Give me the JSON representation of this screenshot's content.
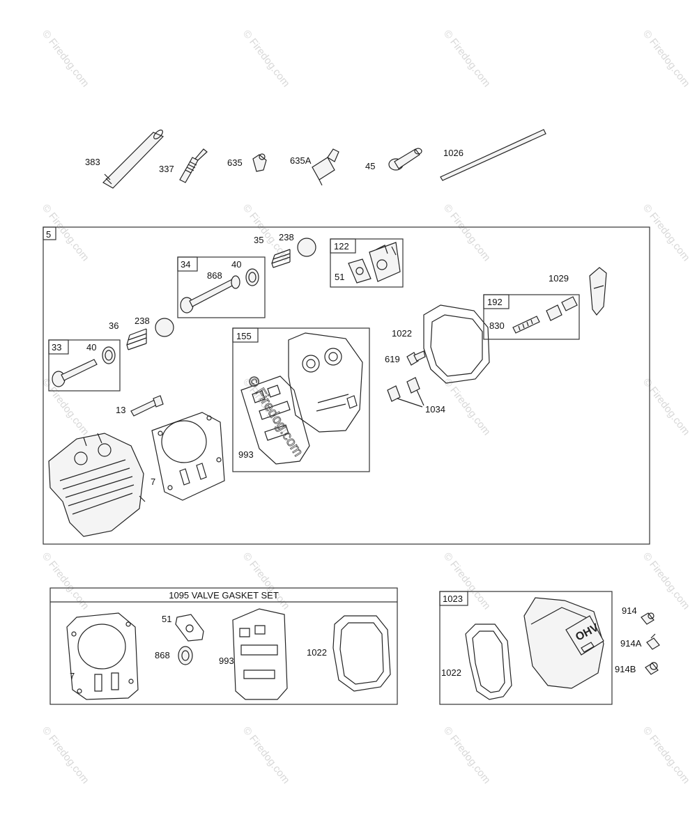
{
  "watermark": {
    "symbol": "©",
    "text": "Firedog.com"
  },
  "top_row_labels": [
    "383",
    "337",
    "635",
    "635A",
    "45",
    "1026"
  ],
  "assembly_5": {
    "box_label": "5",
    "box_34": {
      "label": "34",
      "parts": [
        "868",
        "40"
      ]
    },
    "box_33": {
      "label": "33",
      "parts": [
        "40"
      ]
    },
    "box_122": {
      "label": "122",
      "parts": [
        "51"
      ]
    },
    "box_155": {
      "label": "155",
      "parts": [
        "993"
      ]
    },
    "box_192": {
      "label": "192",
      "parts": [
        "830"
      ]
    },
    "loose_labels": [
      "35",
      "238",
      "36",
      "238",
      "13",
      "7",
      "1022",
      "619",
      "1034",
      "1029"
    ]
  },
  "valve_gasket_set": {
    "title": "1095 VALVE GASKET SET",
    "parts": [
      "7",
      "51",
      "868",
      "993",
      "1022"
    ]
  },
  "box_1023": {
    "label": "1023",
    "parts": [
      "1022",
      "914",
      "914A",
      "914B"
    ],
    "cover_text": "OHV"
  }
}
